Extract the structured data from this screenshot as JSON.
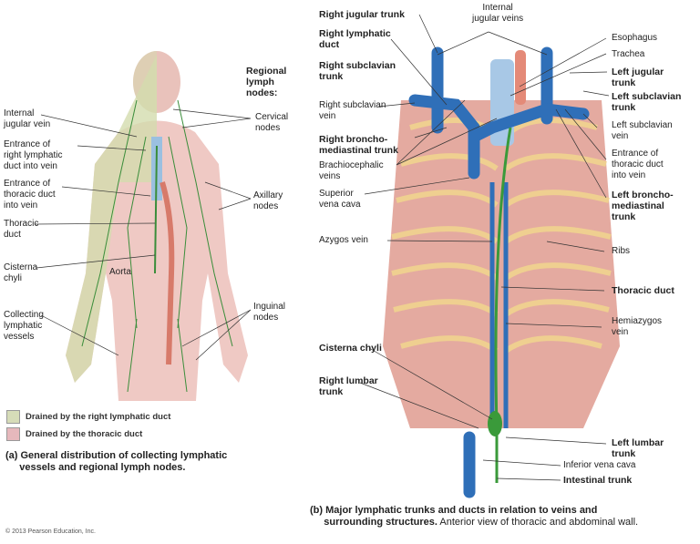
{
  "panel_a": {
    "labels": {
      "internal_jugular_vein": "Internal\njugular vein",
      "entrance_right_lymphatic": "Entrance of\nright lymphatic\nduct into vein",
      "entrance_thoracic_duct": "Entrance of\nthoracic duct\ninto vein",
      "thoracic_duct": "Thoracic\nduct",
      "cisterna_chyli": "Cisterna\nchyli",
      "aorta": "Aorta",
      "collecting_vessels": "Collecting\nlymphatic\nvessels",
      "regional_nodes": "Regional\nlymph\nnodes:",
      "cervical_nodes": "Cervical\nnodes",
      "axillary_nodes": "Axillary\nnodes",
      "inguinal_nodes": "Inguinal\nnodes"
    },
    "legend": [
      {
        "label": "Drained by the right lymphatic duct",
        "color": "#d6dcb8"
      },
      {
        "label": "Drained by the thoracic duct",
        "color": "#e6b8bc"
      }
    ],
    "caption": "(a) General distribution of collecting lymphatic\n     vessels and regional lymph nodes."
  },
  "panel_b": {
    "labels": {
      "right_jugular_trunk": "Right jugular trunk",
      "internal_jugular_veins": "Internal\njugular veins",
      "right_lymphatic_duct": "Right lymphatic\nduct",
      "esophagus": "Esophagus",
      "trachea": "Trachea",
      "right_subclavian_trunk": "Right subclavian\ntrunk",
      "left_jugular_trunk": "Left jugular\ntrunk",
      "left_subclavian_trunk": "Left subclavian\ntrunk",
      "right_subclavian_vein": "Right subclavian\nvein",
      "left_subclavian_vein": "Left subclavian\nvein",
      "right_bronchomediastinal": "Right broncho-\nmediastinal trunk",
      "entrance_thoracic_duct": "Entrance of\nthoracic duct\ninto vein",
      "brachiocephalic_veins": "Brachiocephalic\nveins",
      "superior_vena_cava": "Superior\nvena cava",
      "left_bronchomediastinal": "Left broncho-\nmediastinal\ntrunk",
      "azygos_vein": "Azygos vein",
      "ribs": "Ribs",
      "thoracic_duct": "Thoracic duct",
      "hemiazygos_vein": "Hemiazygos\nvein",
      "cisterna_chyli": "Cisterna chyli",
      "right_lumbar_trunk": "Right lumbar\ntrunk",
      "left_lumbar_trunk": "Left lumbar\ntrunk",
      "inferior_vena_cava": "Inferior vena cava",
      "intestinal_trunk": "Intestinal trunk"
    },
    "caption_bold": "(b) Major lymphatic trunks and ducts in relation to veins and\n     surrounding structures.",
    "caption_rest": " Anterior view of thoracic and abdominal wall."
  },
  "copyright": "© 2013 Pearson Education, Inc."
}
